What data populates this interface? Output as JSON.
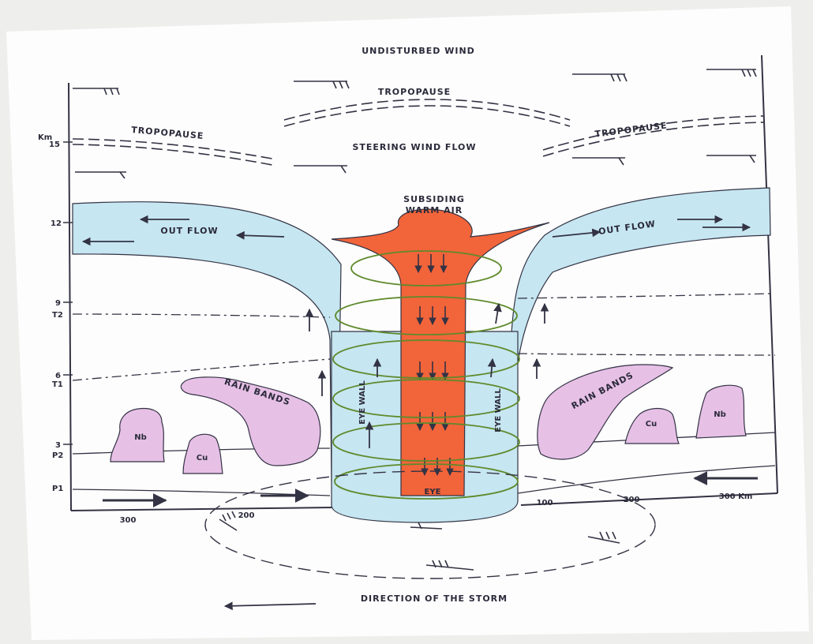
{
  "labels": {
    "undisturbed_wind": "UNDISTURBED WIND",
    "tropopause_center": "TROPOPAUSE",
    "tropopause_left": "TROPOPAUSE",
    "tropopause_right": "TROPOPAUSE",
    "steering_wind_flow": "STEERING WIND FLOW",
    "subsiding": "SUBSIDING",
    "warm_air": "WARM AIR",
    "out_flow_left": "OUT FLOW",
    "out_flow_right": "OUT FLOW",
    "rain_bands_left": "RAIN BANDS",
    "rain_bands_right": "RAIN BANDS",
    "eye_wall_left": "EYE WALL",
    "eye_wall_right": "EYE WALL",
    "eye": "EYE",
    "nb_left": "Nb",
    "nb_right": "Nb",
    "cu_left": "Cu",
    "cu_right": "Cu",
    "direction_of_storm": "DIRECTION OF THE STORM"
  },
  "y_axis": {
    "unit": "Km",
    "ticks": [
      "15",
      "12",
      "9",
      "6",
      "3"
    ],
    "levels": [
      "T2",
      "T1",
      "P2",
      "P1"
    ]
  },
  "x_axis": {
    "left_ticks": [
      "300",
      "200"
    ],
    "right_ticks": [
      "100",
      "200",
      "300 Km"
    ]
  },
  "colors": {
    "outflow": "#c6e6f1",
    "warm_core": "#f2643a",
    "cloud": "#e7c0e6",
    "spiral": "#5f8a2c",
    "ink": "#333344"
  }
}
